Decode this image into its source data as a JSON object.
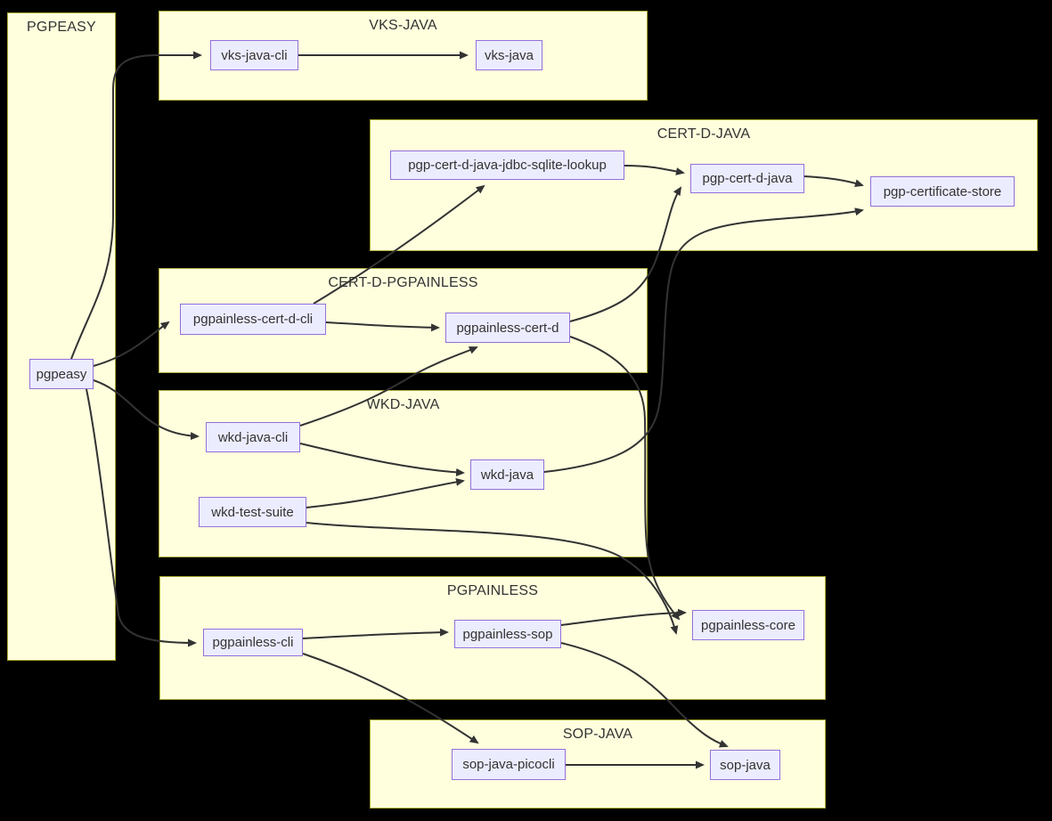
{
  "diagram": {
    "type": "flowchart",
    "direction": "left-to-right",
    "background": "#000000",
    "colors": {
      "cluster_fill": "#ffffde",
      "cluster_border": "#aaaa33",
      "node_fill": "#ececff",
      "node_border": "#9370db",
      "edge_stroke": "#333333",
      "text": "#333333"
    },
    "clusters": [
      {
        "id": "pgpeasy-group",
        "label": "PGPEASY"
      },
      {
        "id": "vks-java-group",
        "label": "VKS-JAVA"
      },
      {
        "id": "cert-d-java-group",
        "label": "CERT-D-JAVA"
      },
      {
        "id": "cert-d-pgpainless-group",
        "label": "CERT-D-PGPAINLESS"
      },
      {
        "id": "wkd-java-group",
        "label": "WKD-JAVA"
      },
      {
        "id": "pgpainless-group",
        "label": "PGPAINLESS"
      },
      {
        "id": "sop-java-group",
        "label": "SOP-JAVA"
      }
    ],
    "nodes": [
      {
        "id": "pgpeasy",
        "label": "pgpeasy",
        "cluster": "PGPEASY"
      },
      {
        "id": "vks-java-cli",
        "label": "vks-java-cli",
        "cluster": "VKS-JAVA"
      },
      {
        "id": "vks-java",
        "label": "vks-java",
        "cluster": "VKS-JAVA"
      },
      {
        "id": "pgp-cert-d-java-jdbc-sqlite-lookup",
        "label": "pgp-cert-d-java-jdbc-sqlite-lookup",
        "cluster": "CERT-D-JAVA"
      },
      {
        "id": "pgp-cert-d-java",
        "label": "pgp-cert-d-java",
        "cluster": "CERT-D-JAVA"
      },
      {
        "id": "pgp-certificate-store",
        "label": "pgp-certificate-store",
        "cluster": "CERT-D-JAVA"
      },
      {
        "id": "pgpainless-cert-d-cli",
        "label": "pgpainless-cert-d-cli",
        "cluster": "CERT-D-PGPAINLESS"
      },
      {
        "id": "pgpainless-cert-d",
        "label": "pgpainless-cert-d",
        "cluster": "CERT-D-PGPAINLESS"
      },
      {
        "id": "wkd-java-cli",
        "label": "wkd-java-cli",
        "cluster": "WKD-JAVA"
      },
      {
        "id": "wkd-java",
        "label": "wkd-java",
        "cluster": "WKD-JAVA"
      },
      {
        "id": "wkd-test-suite",
        "label": "wkd-test-suite",
        "cluster": "WKD-JAVA"
      },
      {
        "id": "pgpainless-cli",
        "label": "pgpainless-cli",
        "cluster": "PGPAINLESS"
      },
      {
        "id": "pgpainless-sop",
        "label": "pgpainless-sop",
        "cluster": "PGPAINLESS"
      },
      {
        "id": "pgpainless-core",
        "label": "pgpainless-core",
        "cluster": "PGPAINLESS"
      },
      {
        "id": "sop-java-picocli",
        "label": "sop-java-picocli",
        "cluster": "SOP-JAVA"
      },
      {
        "id": "sop-java",
        "label": "sop-java",
        "cluster": "SOP-JAVA"
      }
    ],
    "edges": [
      {
        "from": "pgpeasy",
        "to": "vks-java-cli"
      },
      {
        "from": "pgpeasy",
        "to": "pgpainless-cert-d-cli"
      },
      {
        "from": "pgpeasy",
        "to": "wkd-java-cli"
      },
      {
        "from": "pgpeasy",
        "to": "pgpainless-cli"
      },
      {
        "from": "vks-java-cli",
        "to": "vks-java"
      },
      {
        "from": "pgpainless-cert-d-cli",
        "to": "pgp-cert-d-java-jdbc-sqlite-lookup"
      },
      {
        "from": "pgpainless-cert-d-cli",
        "to": "pgpainless-cert-d"
      },
      {
        "from": "pgp-cert-d-java-jdbc-sqlite-lookup",
        "to": "pgp-cert-d-java"
      },
      {
        "from": "pgp-cert-d-java",
        "to": "pgp-certificate-store"
      },
      {
        "from": "pgpainless-cert-d",
        "to": "pgp-cert-d-java"
      },
      {
        "from": "pgpainless-cert-d",
        "to": "pgpainless-core"
      },
      {
        "from": "wkd-java-cli",
        "to": "pgpainless-cert-d"
      },
      {
        "from": "wkd-java-cli",
        "to": "wkd-java"
      },
      {
        "from": "wkd-test-suite",
        "to": "wkd-java"
      },
      {
        "from": "wkd-java",
        "to": "pgp-certificate-store"
      },
      {
        "from": "wkd-test-suite",
        "to": "pgpainless-core"
      },
      {
        "from": "pgpainless-cli",
        "to": "pgpainless-sop"
      },
      {
        "from": "pgpainless-cli",
        "to": "sop-java-picocli"
      },
      {
        "from": "pgpainless-sop",
        "to": "pgpainless-core"
      },
      {
        "from": "pgpainless-sop",
        "to": "sop-java"
      },
      {
        "from": "sop-java-picocli",
        "to": "sop-java"
      }
    ]
  }
}
